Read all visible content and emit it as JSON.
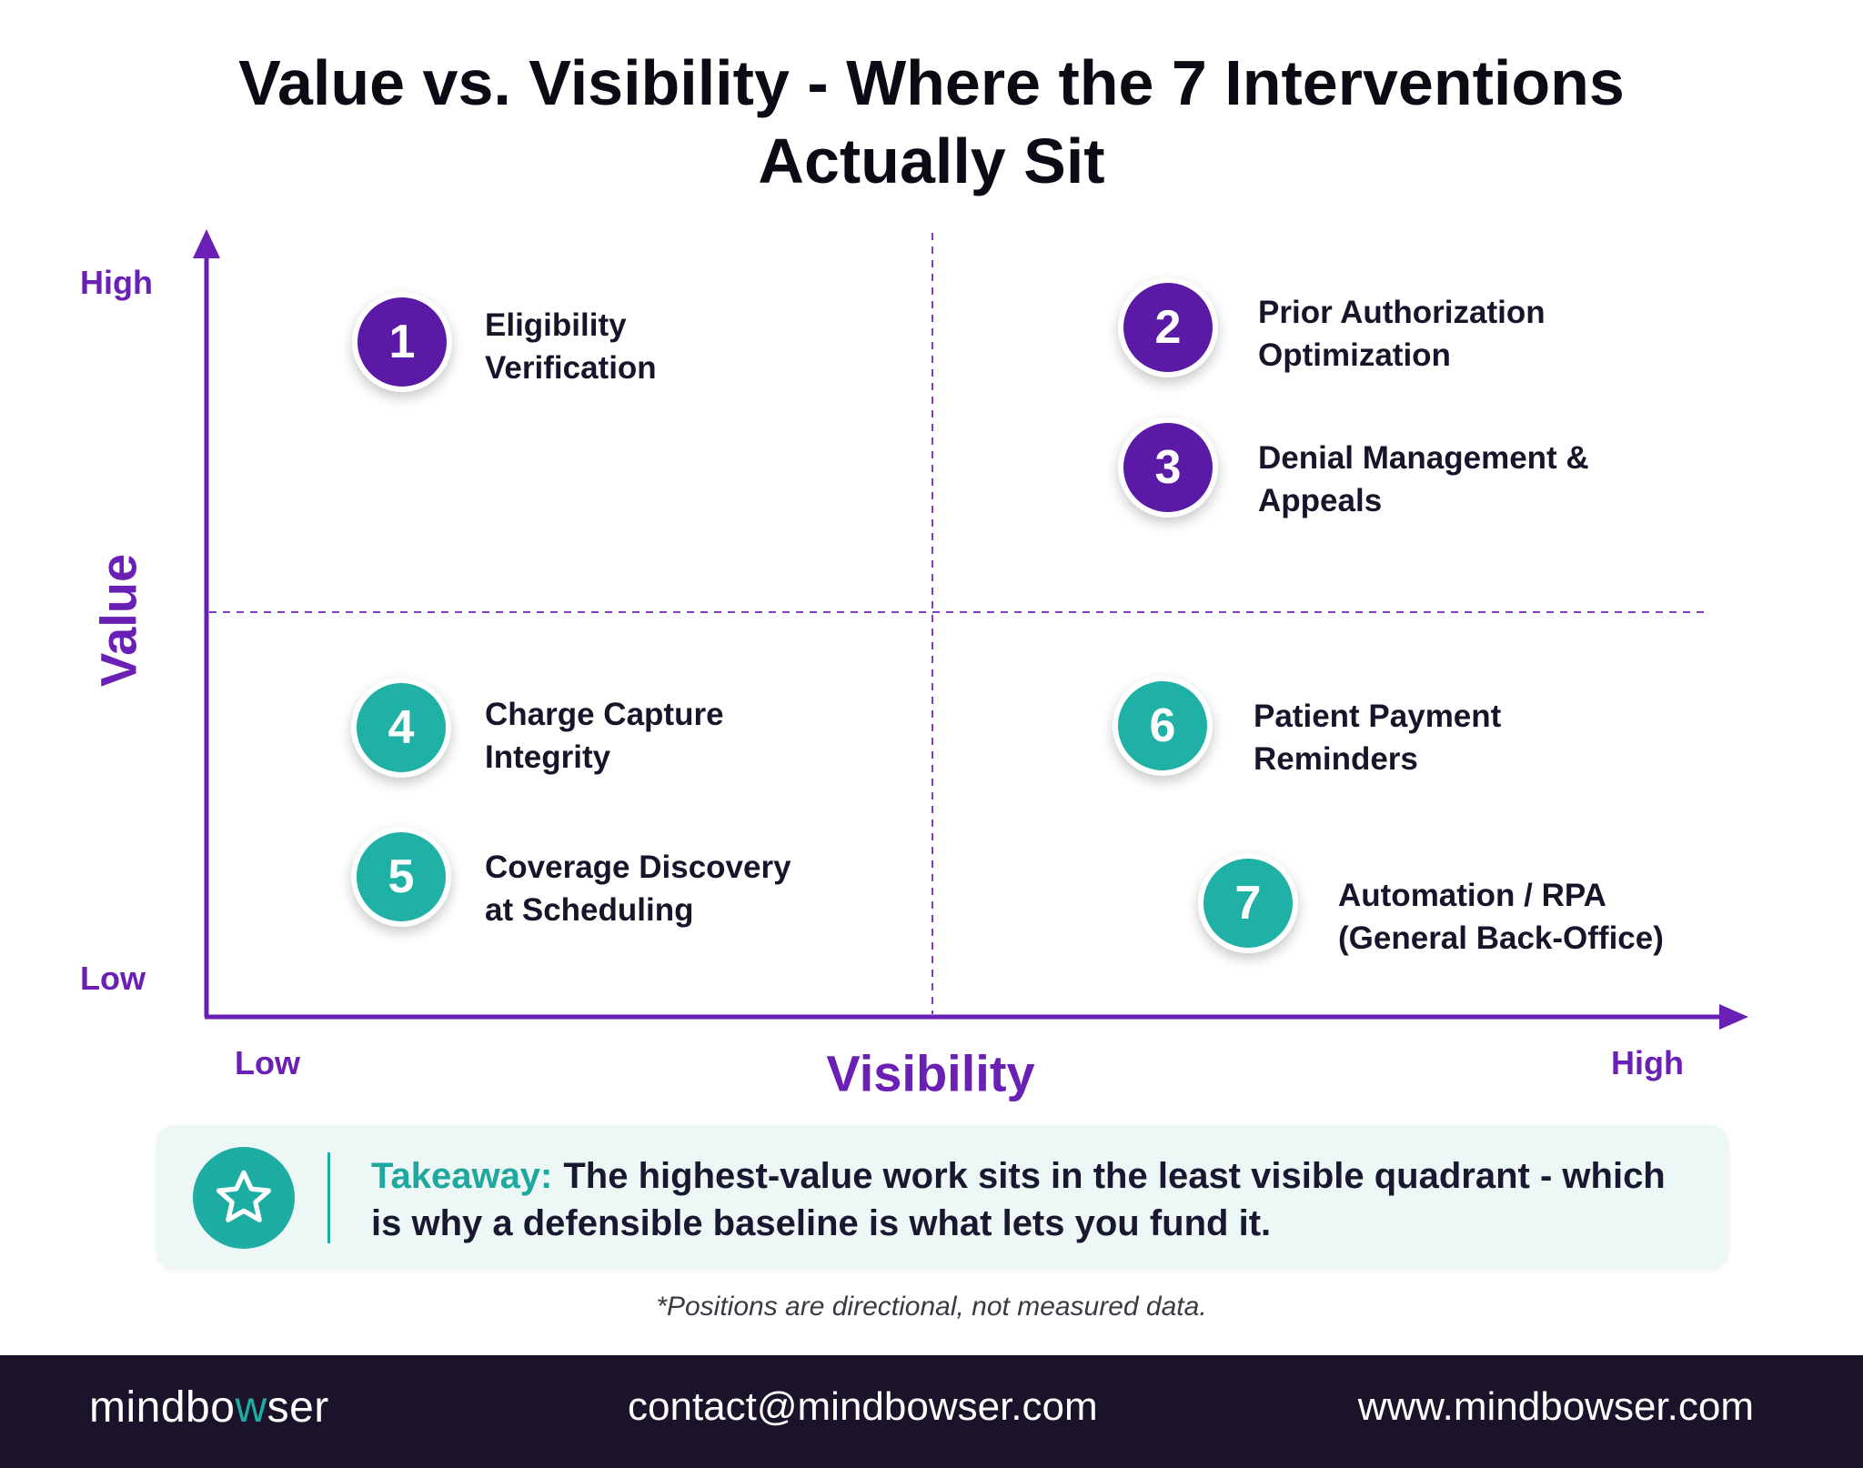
{
  "title": {
    "line1": "Value vs. Visibility - Where the 7 Interventions",
    "line2": "Actually Sit"
  },
  "axes": {
    "y_title": "Value",
    "y_high": "High",
    "y_low": "Low",
    "x_title": "Visibility",
    "x_low": "Low",
    "x_high": "High"
  },
  "colors": {
    "accent_purple": "#6a1fb5",
    "badge_purple": "#5b1aa6",
    "badge_teal": "#1fb0a6",
    "footer_bg": "#1c1229"
  },
  "interventions": [
    {
      "number": "1",
      "line1": "Eligibility",
      "line2": "Verification",
      "color": "purple"
    },
    {
      "number": "2",
      "line1": "Prior Authorization",
      "line2": "Optimization",
      "color": "purple"
    },
    {
      "number": "3",
      "line1": "Denial Management &",
      "line2": "Appeals",
      "color": "purple"
    },
    {
      "number": "4",
      "line1": "Charge Capture",
      "line2": "Integrity",
      "color": "teal"
    },
    {
      "number": "5",
      "line1": "Coverage Discovery",
      "line2": "at Scheduling",
      "color": "teal"
    },
    {
      "number": "6",
      "line1": "Patient Payment",
      "line2": "Reminders",
      "color": "teal"
    },
    {
      "number": "7",
      "line1": "Automation / RPA",
      "line2": "(General Back-Office)",
      "color": "teal"
    }
  ],
  "takeaway": {
    "lead": "Takeaway:",
    "text": "The highest-value work sits in the least visible quadrant - which is why a defensible baseline is what lets you fund it.",
    "icon": "star-icon"
  },
  "footnote": "*Positions are directional, not measured data.",
  "footer": {
    "brand_prefix": "mindbo",
    "brand_accent": "w",
    "brand_suffix": "ser",
    "contact": "contact@mindbowser.com",
    "website": "www.mindbowser.com"
  }
}
